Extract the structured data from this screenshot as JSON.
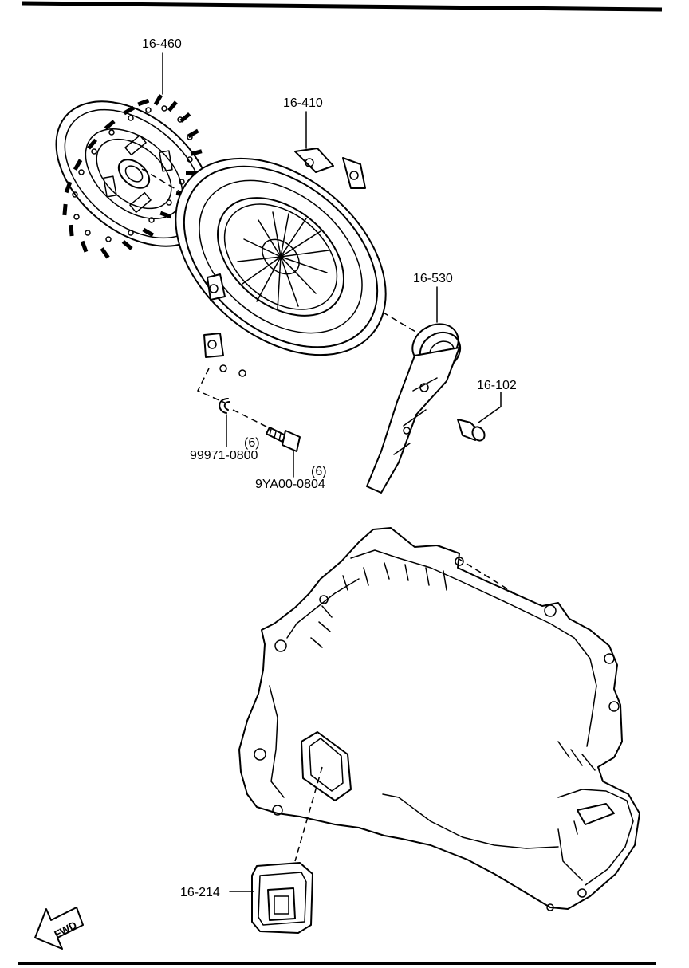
{
  "parts": {
    "clutch_disc": "16-460",
    "clutch_cover": "16-410",
    "release_collar": "16-530",
    "release_fork_bolt": "16-102",
    "spring_washer": "99971-0800",
    "spring_washer_qty": "(6)",
    "cover_bolt": "9YA00-0804",
    "cover_bolt_qty": "(6)",
    "boot": "16-214"
  },
  "fwd_label": "FWD"
}
